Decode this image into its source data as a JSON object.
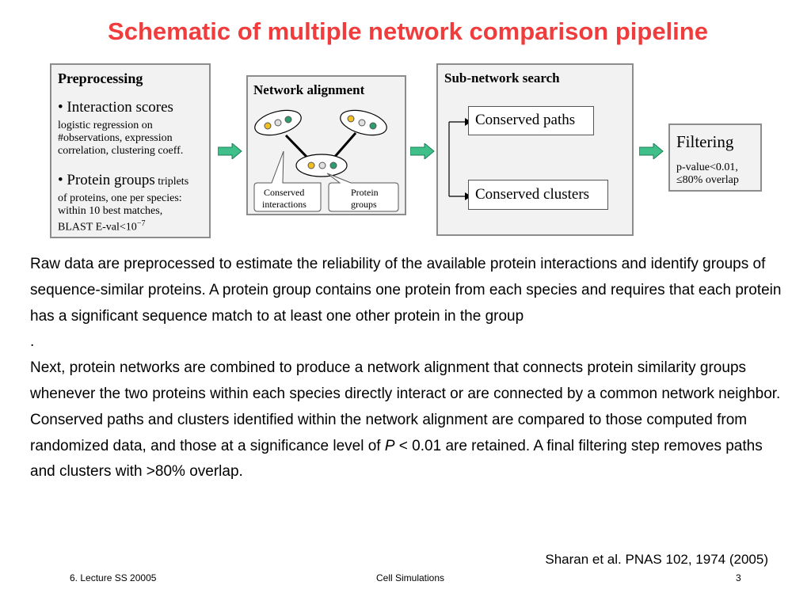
{
  "title": "Schematic of multiple network comparison pipeline",
  "diagram": {
    "preprocessing": {
      "title": "Preprocessing",
      "interaction_heading": "• Interaction scores",
      "interaction_lines": [
        "logistic regression on",
        "#observations, expression",
        "correlation, clustering coeff."
      ],
      "groups_heading": "• Protein groups",
      "groups_suffix": " triplets",
      "groups_lines": [
        "of proteins, one per species:",
        "within 10 best matches,",
        "BLAST E-val<10"
      ],
      "exponent": "−7"
    },
    "alignment": {
      "title": "Network alignment",
      "callout_left": [
        "Conserved",
        "interactions"
      ],
      "callout_right": [
        "Protein",
        "groups"
      ]
    },
    "subnetwork": {
      "title": "Sub-network search",
      "paths": "Conserved paths",
      "clusters": "Conserved clusters"
    },
    "filtering": {
      "title": "Filtering",
      "line1": "p-value<0.01,",
      "line2": "≤80% overlap"
    },
    "colors": {
      "node_yellow": "#f0c020",
      "node_grey": "#e0e0e0",
      "node_green": "#2e9c6e",
      "arrow": "#3fbf8a"
    }
  },
  "body": {
    "para1": "Raw data are preprocessed to estimate the reliability of the available protein interactions and identify groups of sequence-similar proteins. A protein group contains one protein from each species and requires that each protein has a significant sequence match to at least one other protein in the group",
    "dot": ".",
    "para2_a": "Next, protein networks are combined to produce a network alignment that connects protein similarity groups whenever the two proteins within each species directly interact or are connected by a common network neighbor. Conserved paths and clusters identified within the network alignment are compared to those computed from randomized data, and those at a significance level of ",
    "para2_p": "P",
    "para2_b": " < 0.01 are retained. A final filtering step removes paths and clusters with >80% overlap."
  },
  "citation": "Sharan et al. PNAS 102, 1974 (2005)",
  "footer": {
    "left": "6. Lecture SS 20005",
    "center": "Cell Simulations",
    "right": "3"
  }
}
